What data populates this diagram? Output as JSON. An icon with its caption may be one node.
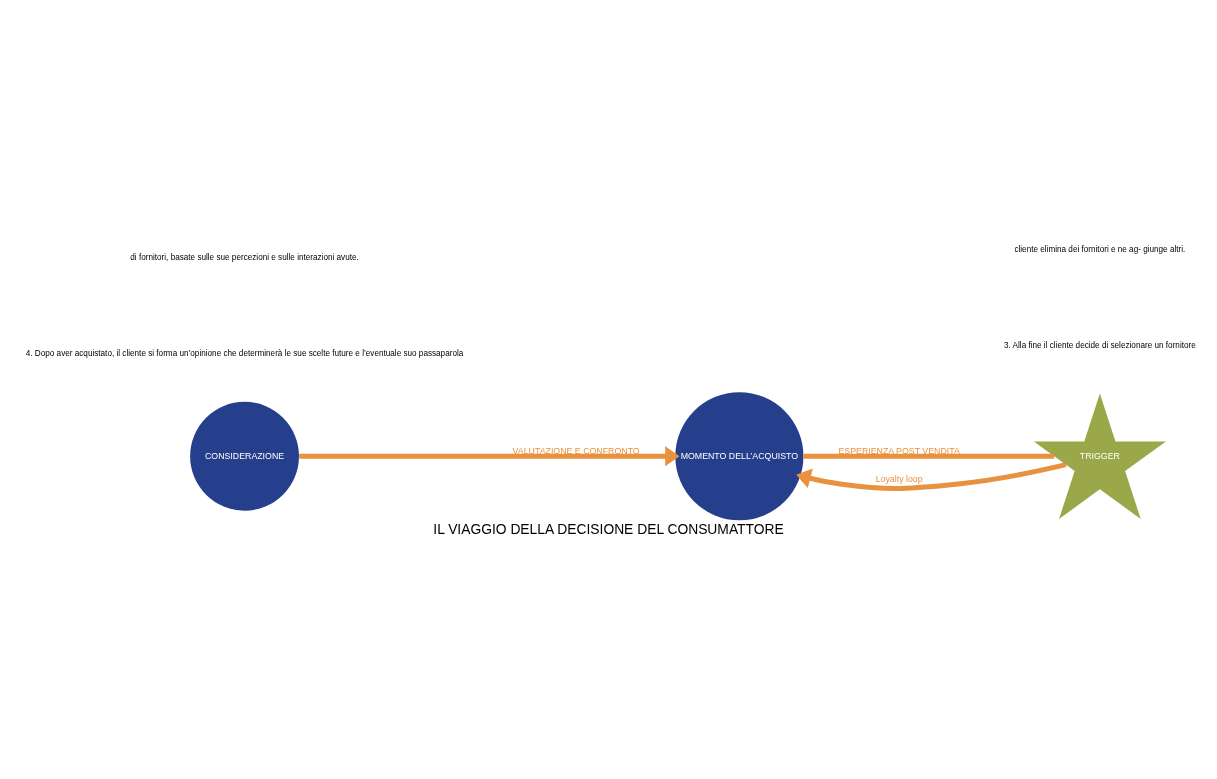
{
  "diagram": {
    "title": "IL VIAGGIO DELLA DECISIONE DEL CONSUMATTORE",
    "nodes": [
      {
        "text": [
          "CONSIDERAZIONE"
        ]
      },
      {
        "text": [
          "MOMENTO DELL’ACQUISTO"
        ]
      },
      {
        "text": [
          "TRIGGER"
        ]
      }
    ],
    "edges": [
      {
        "from": 0,
        "to": 1,
        "arrow": "to",
        "label": "VALUTAZIONE E CONFRONTO"
      },
      {
        "from": 2,
        "to": 1,
        "arrow": "to",
        "label": "Loyalty loop"
      },
      {
        "from": 1,
        "to": 2,
        "arrow": "none",
        "label": "ESPERIENZA POST VENDITA"
      }
    ],
    "labels": [
      "di fornitori, basate sulle sue percezioni e sulle interazioni avute.",
      "cliente elimina dei fornitori e ne ag- giunge altri.",
      "4. Dopo aver acquistato, il cliente si forma un’opinione che determinerà le sue scelte future e l’eventuale suo passaparola",
      "3. Alla fine il cliente decide di selezionare un fornitore"
    ]
  }
}
